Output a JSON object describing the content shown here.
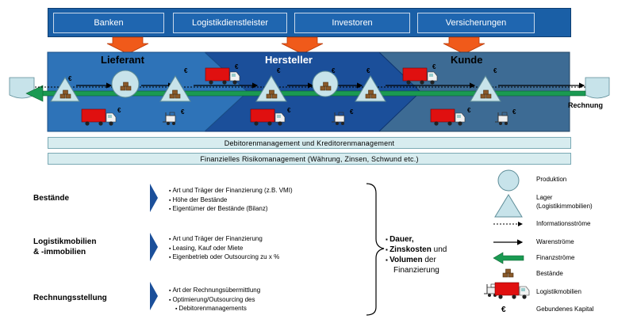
{
  "stakeholders": [
    "Banken",
    "Logistikdienstleister",
    "Investoren",
    "Versicherungen"
  ],
  "stages": [
    "Lieferant",
    "Hersteller",
    "Kunde"
  ],
  "flow_end_label": "Rechnung",
  "bands": [
    "Debitorenmanagement und Kreditorenmanagement",
    "Finanzielles Risikomanagement (Währung, Zinsen, Schwund etc.)"
  ],
  "rows": [
    {
      "label": "Bestände",
      "bullets": [
        "Art und Träger der Finanzierung (z.B. VMI)",
        "Höhe der Bestände",
        "Eigentümer der Bestände (Bilanz)"
      ]
    },
    {
      "label_lines": [
        "Logistikmobilien",
        "& -immobilien"
      ],
      "bullets": [
        "Art und Träger der Finanzierung",
        "Leasing, Kauf oder Miete",
        "Eigenbetrieb oder Outsourcing zu x %"
      ]
    },
    {
      "label": "Rechnungsstellung",
      "bullets": [
        "Art der Rechnungsübermittlung",
        "Optimierung/Outsourcing des",
        "Debitorenmanagements"
      ]
    }
  ],
  "summary": {
    "dauer": "Dauer,",
    "zinskosten": "Zinskosten",
    "und": "und",
    "volumen": "Volumen",
    "der": "der",
    "finanzierung": "Finanzierung"
  },
  "legend": {
    "produktion": "Produktion",
    "lager_1": "Lager",
    "lager_2": "(Logistikimmobilien)",
    "informationsstroeme": "Informationsströme",
    "warenstroeme": "Warenströme",
    "finanzstroeme": "Finanzströme",
    "bestaende": "Bestände",
    "logistikmobilien": "Logistikmobilien",
    "gebundenes_kapital": "Gebundenes Kapital"
  },
  "symbols": {
    "euro": "€"
  },
  "colors": {
    "stakeholder_band": "#1a5fa6",
    "chevron_lieferant": "#2e73b8",
    "chevron_hersteller": "#1b4f9a",
    "chevron_kunde": "#3d6b94",
    "arrow_orange": "#f05a1a",
    "finance_flow_green": "#1a9a52",
    "truck_red": "#e01010",
    "stock_brown": "#8a5a2a",
    "node_fill": "#c7e3ea"
  }
}
